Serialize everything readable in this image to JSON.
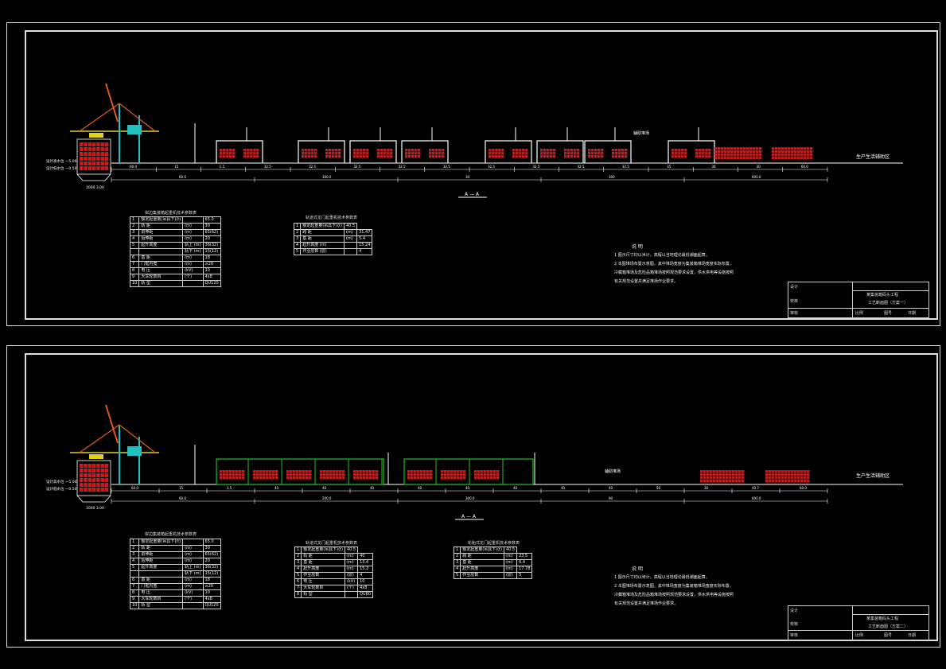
{
  "colors": {
    "background": "#000000",
    "frame": "#dddddd",
    "ground": "#ffffff",
    "crane_orange": "#e05a1a",
    "crane_cyan": "#20c0c0",
    "crane_yellow": "#e0d020",
    "container_red": "#d01818",
    "frame_green": "#20c020",
    "text": "#ffffff"
  },
  "sheet1": {
    "section_label": "A — A",
    "right_label": "生产生活辅助区",
    "yard_label": "辅助堆场",
    "water_labels": [
      "设计高水位 —5.00",
      "设计低水位 —0.50"
    ],
    "bottom_label": "1000 3.00",
    "dim_segments": [
      "60.0",
      "15",
      "1.5",
      "32.5",
      "32.5",
      "32.5",
      "32.5",
      "32.5",
      "32.5",
      "32.5",
      "32.5",
      "32.5",
      "35",
      "30",
      "30",
      "60.0"
    ],
    "dim_totals": [
      "60.0",
      "300.0",
      "30",
      "300",
      "600.0"
    ],
    "table1": {
      "caption": "岸边集装箱起重机技术参数表",
      "rows": [
        [
          "1",
          "额定起重量(吊具下)(t)",
          "",
          "65.0"
        ],
        [
          "2",
          "轨 距",
          "(m)",
          "30"
        ],
        [
          "3",
          "前伸距",
          "(m)",
          "65(62)"
        ],
        [
          "4",
          "后伸距",
          "(m)",
          "20"
        ],
        [
          "5",
          "起升高度",
          "轨上 (m)",
          "36(32)"
        ],
        [
          "",
          "",
          "轨下 (m)",
          "15(12)"
        ],
        [
          "6",
          "基 距",
          "(m)",
          "18"
        ],
        [
          "7",
          "门框内宽",
          "(m)",
          "≥20"
        ],
        [
          "8",
          "电 压",
          "(kV)",
          "10"
        ],
        [
          "9",
          "大车轮数目",
          "(个)",
          "4x8"
        ],
        [
          "10",
          "轨 型",
          "",
          "QU120"
        ]
      ]
    },
    "table2": {
      "caption": "轨道式龙门起重机技术参数表",
      "rows": [
        [
          "1",
          "额定起重量(吊具下)(t)",
          "40.5"
        ],
        [
          "2",
          "跨 距",
          "(m)",
          "31.47"
        ],
        [
          "3",
          "基 距",
          "(m)",
          "5.4"
        ],
        [
          "4",
          "起升高度 (m)",
          "",
          "15.24"
        ],
        [
          "5",
          "作业层数 (层)",
          "",
          "4"
        ]
      ]
    },
    "notes": {
      "heading": "说 明",
      "lines": [
        "1 图示尺寸均以米计，高程以当地理论最低潮面起算。",
        "2 本图堆场布置示意图，其中堆场宽度为集装箱堆场宽度实际布置，",
        "  冷藏箱堆场及危险品箱堆场按照规范要求设置，供水供电等设施按照",
        "  有关规范设置并满足堆场作业要求。"
      ]
    },
    "title_block": {
      "project": "某集装箱码头工程",
      "drawing": "工艺断面图（方案一）",
      "cells": [
        "设计",
        "校核",
        "审核",
        "比例",
        "图号",
        "日期"
      ]
    }
  },
  "sheet2": {
    "section_label": "A — A",
    "right_label": "生产生活辅助区",
    "yard_label": "辅助堆场",
    "water_labels": [
      "设计高水位 —5.00",
      "设计低水位 —0.50"
    ],
    "bottom_label": "1000 3.00",
    "dim_segments": [
      "60.0",
      "15",
      "1.5",
      "40",
      "40",
      "40",
      "40",
      "40",
      "40",
      "40",
      "40",
      "56",
      "30",
      "40.7",
      "60.0"
    ],
    "dim_totals": [
      "60.0",
      "200.0",
      "300.0",
      "90",
      "600.0"
    ],
    "table1": {
      "caption": "岸边集装箱起重机技术参数表",
      "rows": [
        [
          "1",
          "额定起重量(吊具下)(t)",
          "",
          "65.0"
        ],
        [
          "2",
          "轨 距",
          "(m)",
          "30"
        ],
        [
          "3",
          "前伸距",
          "(m)",
          "65(62)"
        ],
        [
          "4",
          "后伸距",
          "(m)",
          "20"
        ],
        [
          "5",
          "起升高度",
          "轨上 (m)",
          "36(32)"
        ],
        [
          "",
          "",
          "轨下 (m)",
          "15(12)"
        ],
        [
          "6",
          "基 距",
          "(m)",
          "18"
        ],
        [
          "7",
          "门框内宽",
          "(m)",
          "≥20"
        ],
        [
          "8",
          "电 压",
          "(kV)",
          "10"
        ],
        [
          "9",
          "大车轮数目",
          "(个)",
          "4x8"
        ],
        [
          "10",
          "轨 型",
          "",
          "QU120"
        ]
      ]
    },
    "table2": {
      "caption": "轨道式龙门起重机技术参数表",
      "rows": [
        [
          "1",
          "额定起重量(吊具下)(t)",
          "40.5"
        ],
        [
          "2",
          "轨 距",
          "(m)",
          "40"
        ],
        [
          "3",
          "基 距",
          "(m)",
          "13.4"
        ],
        [
          "4",
          "起升高度",
          "(m)",
          "15.2"
        ],
        [
          "5",
          "作业层数",
          "(层)",
          "4"
        ],
        [
          "6",
          "电 压",
          "(kV)",
          "10"
        ],
        [
          "7",
          "大车轮数目",
          "(个)",
          "4x8"
        ],
        [
          "8",
          "轨 型",
          "",
          "QU80"
        ]
      ]
    },
    "table3": {
      "caption": "轮胎式龙门起重机技术参数表",
      "rows": [
        [
          "1",
          "额定起重量(吊具下)(t)",
          "40.5"
        ],
        [
          "2",
          "跨 距",
          "(m)",
          "23.5"
        ],
        [
          "3",
          "基 距",
          "(m)",
          "6.4"
        ],
        [
          "4",
          "起升高度",
          "(m)",
          "17.78"
        ],
        [
          "5",
          "作业层数",
          "(层)",
          "5"
        ]
      ]
    },
    "notes": {
      "heading": "说 明",
      "lines": [
        "1 图示尺寸均以米计，高程以当地理论最低潮面起算。",
        "2 本图堆场布置示意图，其中堆场宽度为集装箱堆场宽度实际布置，",
        "  冷藏箱堆场及危险品箱堆场按照规范要求设置，供水供电等设施按照",
        "  有关规范设置并满足堆场作业要求。"
      ]
    },
    "title_block": {
      "project": "某集装箱码头工程",
      "drawing": "工艺断面图（方案二）",
      "cells": [
        "设计",
        "校核",
        "审核",
        "比例",
        "图号",
        "日期"
      ]
    }
  }
}
